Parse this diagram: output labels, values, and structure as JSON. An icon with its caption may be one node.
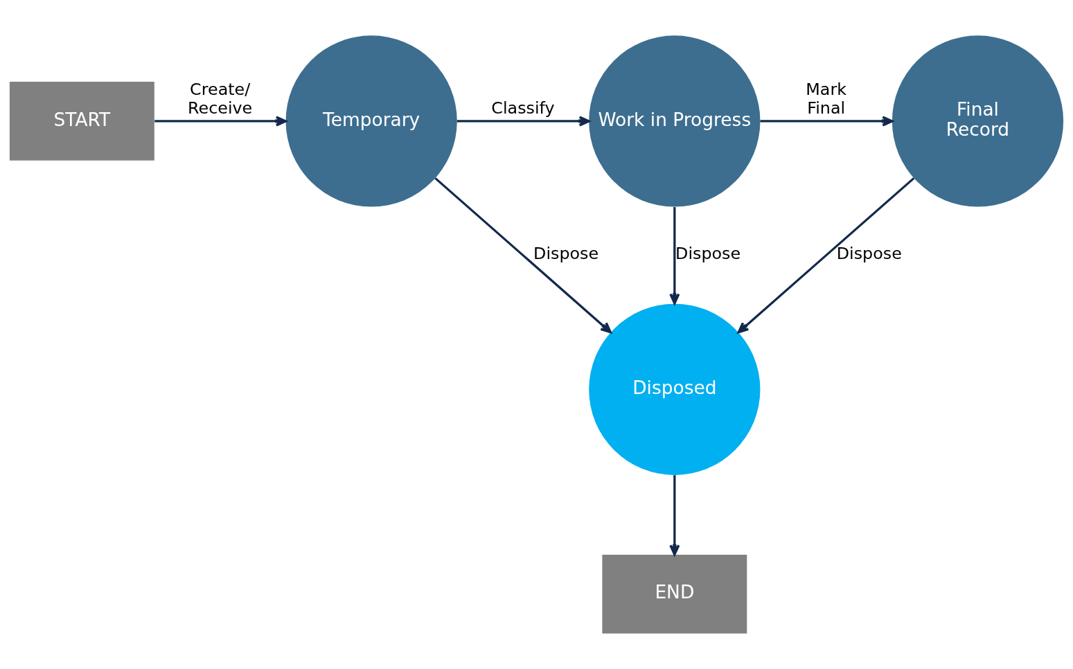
{
  "diagram": {
    "nodes": [
      {
        "text": [
          "START"
        ]
      },
      {
        "text": [
          "Temporary"
        ]
      },
      {
        "text": [
          "Work in Progress"
        ]
      },
      {
        "text": [
          "Final Record"
        ]
      },
      {
        "text": [
          "Disposed"
        ]
      },
      {
        "text": [
          "END"
        ]
      }
    ],
    "edges": [
      {
        "from": 0,
        "to": 1,
        "arrow": "to",
        "label": "Create/ Receive"
      },
      {
        "from": 1,
        "to": 2,
        "arrow": "to",
        "label": "Classify"
      },
      {
        "from": 2,
        "to": 3,
        "arrow": "to",
        "label": "Mark Final"
      },
      {
        "from": 1,
        "to": 4,
        "arrow": "to",
        "label": "Dispose"
      },
      {
        "from": 2,
        "to": 4,
        "arrow": "to",
        "label": "Dispose"
      },
      {
        "from": 3,
        "to": 4,
        "arrow": "to",
        "label": "Dispose"
      },
      {
        "from": 4,
        "to": 5,
        "arrow": "to"
      }
    ]
  }
}
